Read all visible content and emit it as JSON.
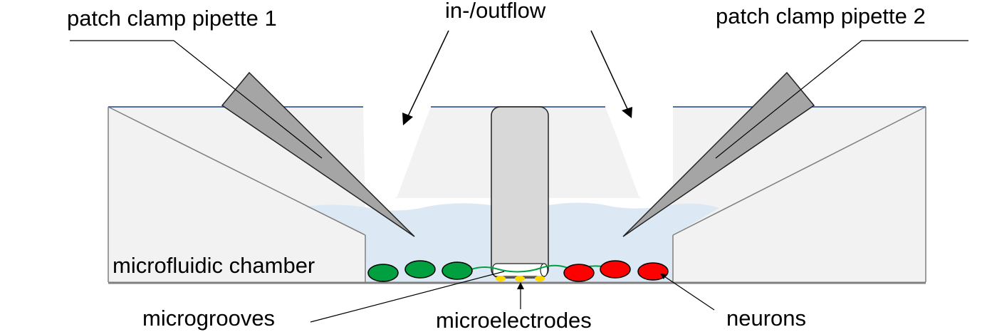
{
  "labels": {
    "patch_pipette_1": "patch clamp pipette 1",
    "inflow_outflow": "in-/outflow",
    "patch_pipette_2": "patch clamp pipette 2",
    "chamber": "microfluidic chamber",
    "microgrooves": "microgrooves",
    "microelectrodes": "microelectrodes",
    "neurons": "neurons"
  },
  "colors": {
    "chamber_fill": "#f2f2f2",
    "chamber_stroke": "#7f7f7f",
    "surface_line": "#4f6fa0",
    "medium": "#dce8f4",
    "pipette": "#a6a5a5",
    "center_block": "#d8d8d8",
    "green_neuron": "#00a040",
    "red_neuron": "#ff0000",
    "electrode": "#ffd800",
    "axon": "#00a040",
    "floor": "#7f7f7f"
  }
}
